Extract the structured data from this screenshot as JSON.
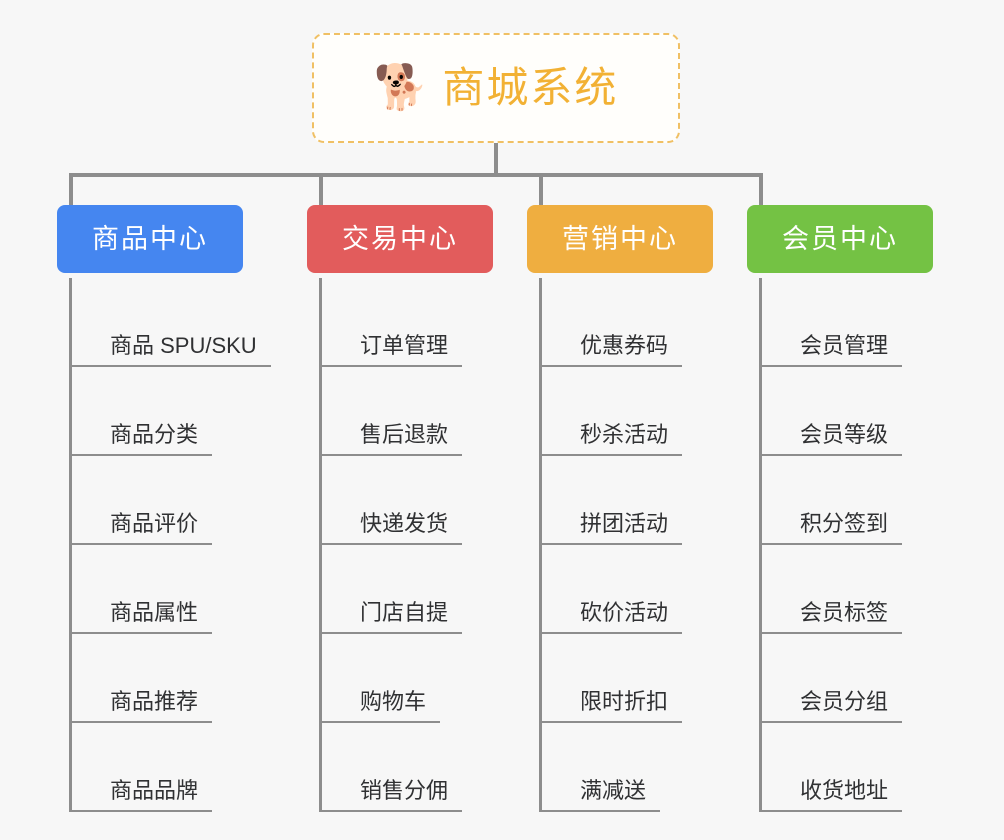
{
  "diagram": {
    "type": "mindmap",
    "background_color": "#f7f7f7",
    "connector_color": "#8d8d8d",
    "root": {
      "icon": "shiba-inu-dog-face-emoji",
      "icon_glyph": "🐕",
      "title": "商城系统",
      "text_color": "#f2b134",
      "border_color": "#f0c064",
      "border_style": "dashed",
      "background_color": "#fffefb"
    },
    "branches": [
      {
        "id": "product-center",
        "label": "商品中心",
        "color": "#4586f0",
        "items": [
          "商品 SPU/SKU",
          "商品分类",
          "商品评价",
          "商品属性",
          "商品推荐",
          "商品品牌"
        ]
      },
      {
        "id": "trade-center",
        "label": "交易中心",
        "color": "#e25c5c",
        "items": [
          "订单管理",
          "售后退款",
          "快递发货",
          "门店自提",
          "购物车",
          "销售分佣"
        ]
      },
      {
        "id": "marketing-center",
        "label": "营销中心",
        "color": "#efae40",
        "items": [
          "优惠券码",
          "秒杀活动",
          "拼团活动",
          "砍价活动",
          "限时折扣",
          "满减送"
        ]
      },
      {
        "id": "member-center",
        "label": "会员中心",
        "color": "#74c244",
        "items": [
          "会员管理",
          "会员等级",
          "积分签到",
          "会员标签",
          "会员分组",
          "收货地址"
        ]
      }
    ]
  }
}
